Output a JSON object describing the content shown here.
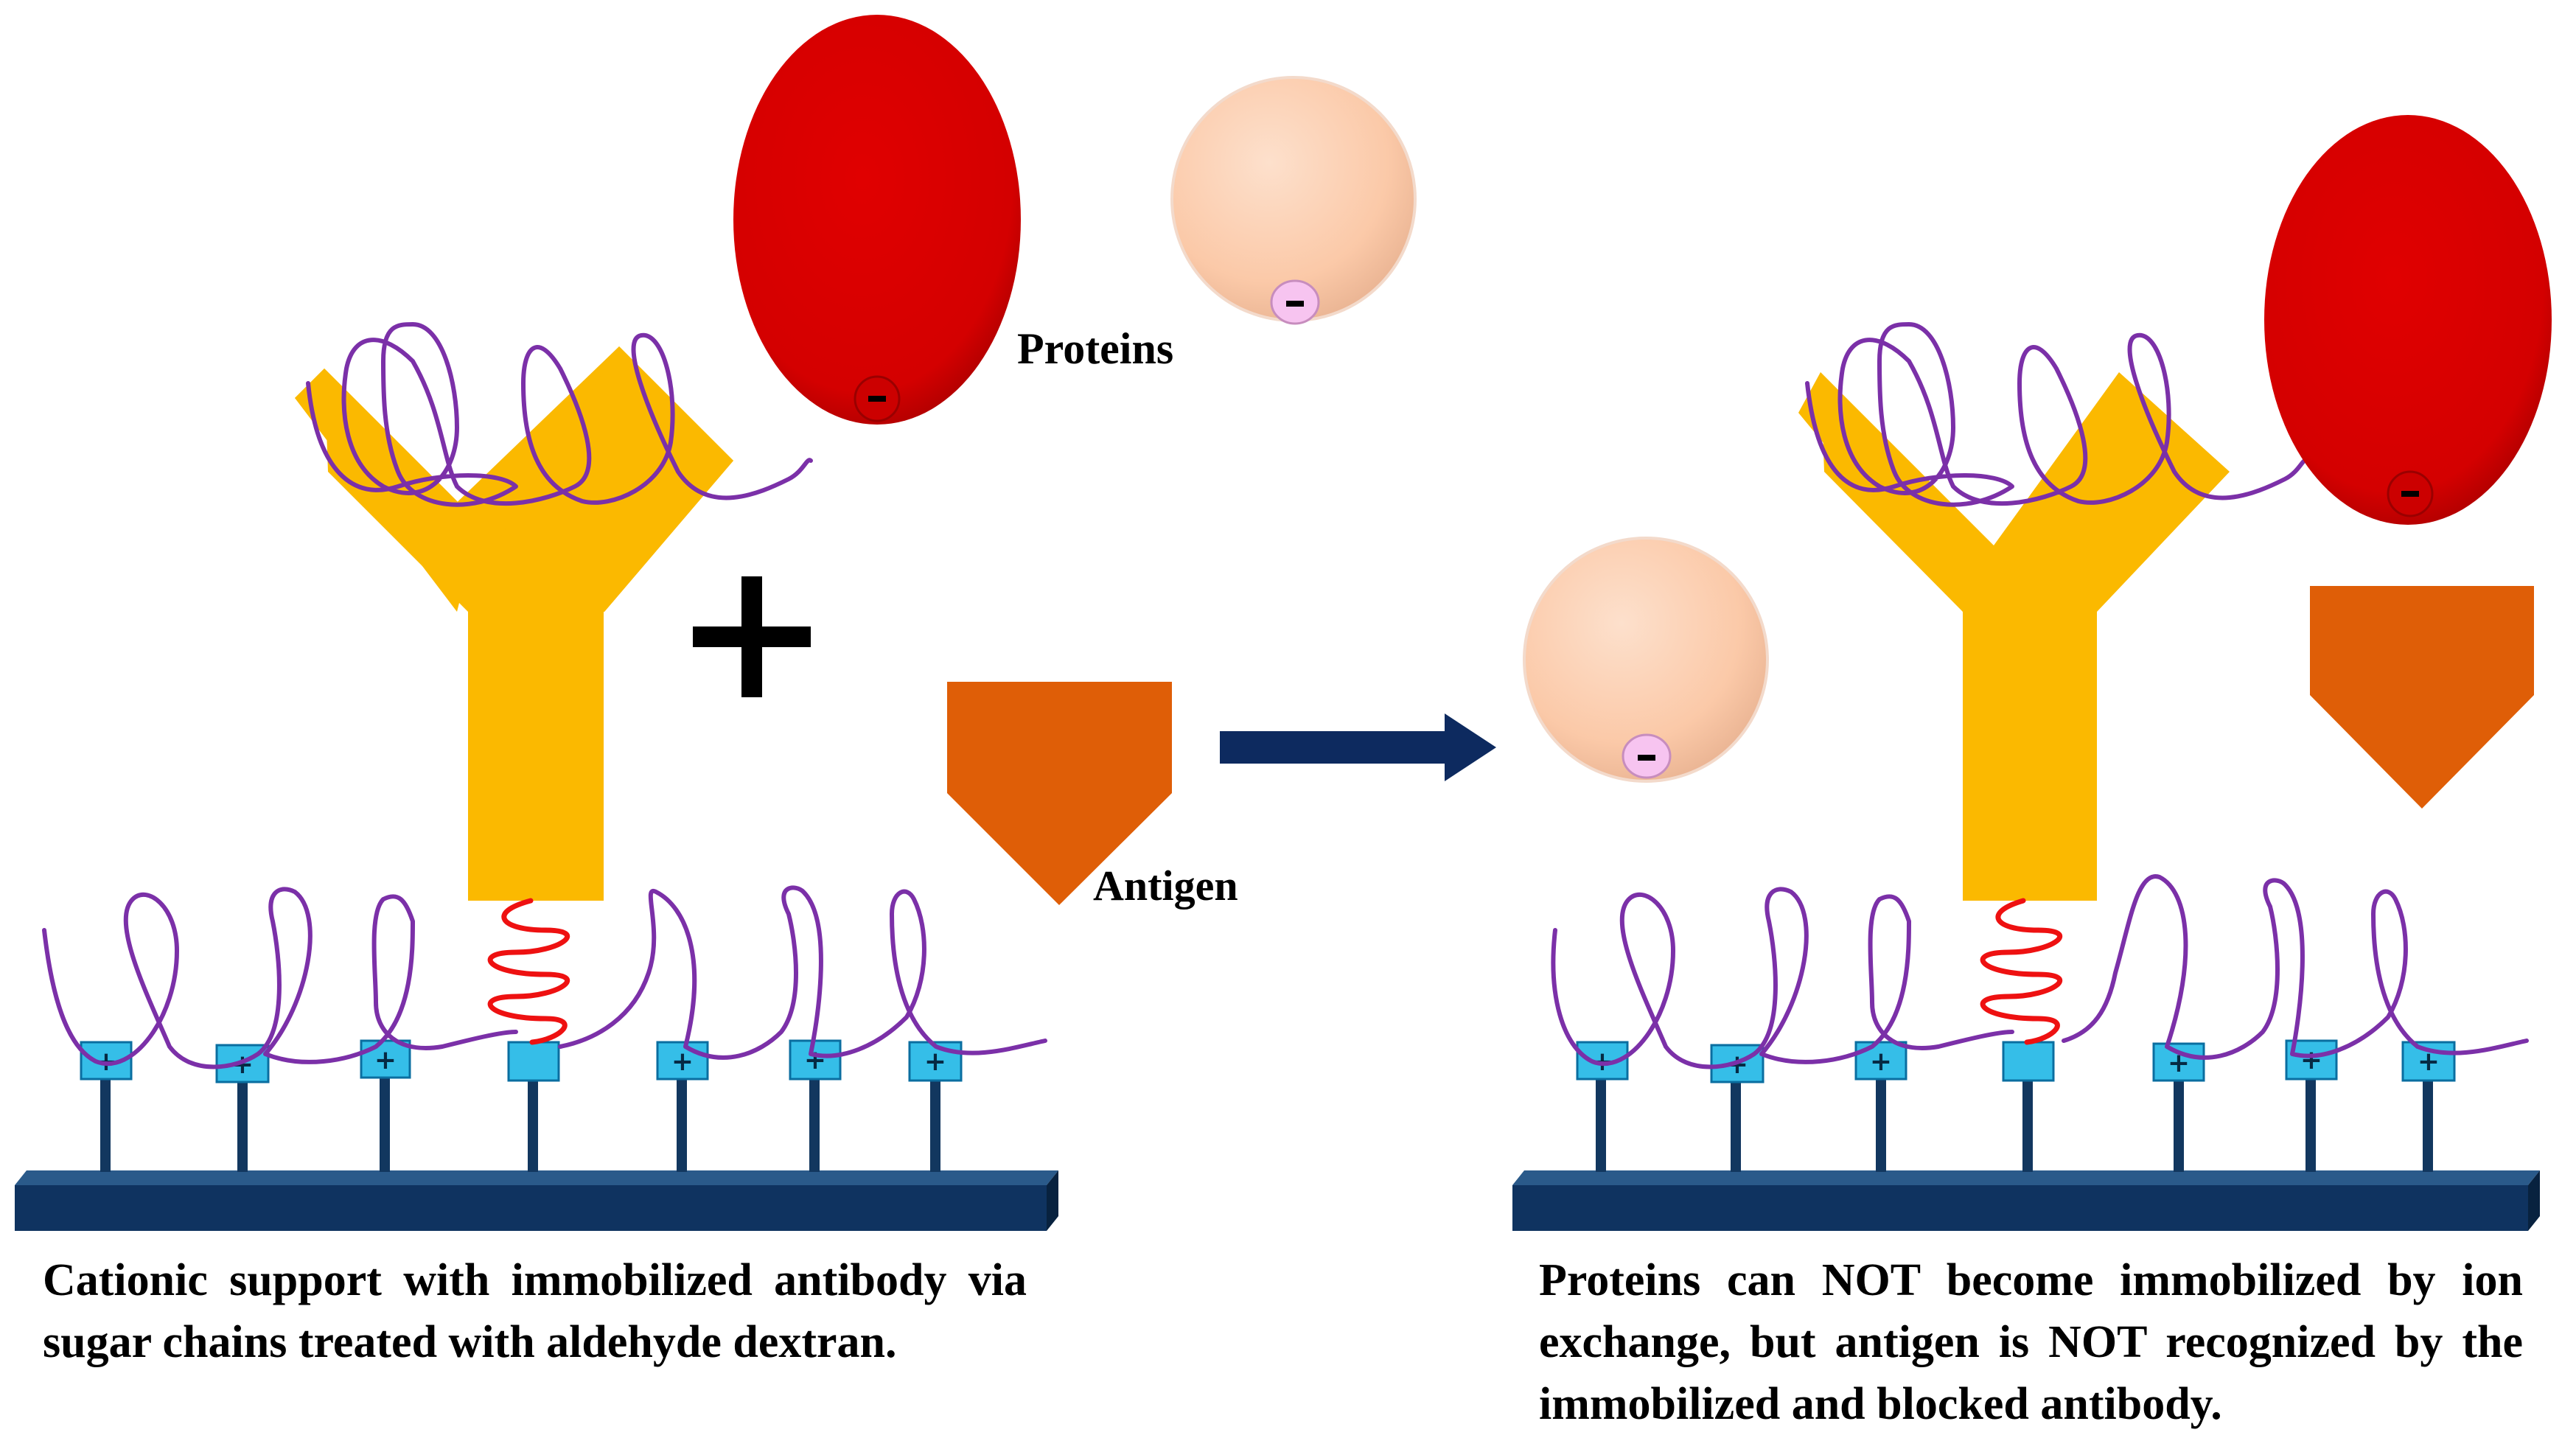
{
  "labels": {
    "proteins": "Proteins",
    "antigen": "Antigen",
    "plus": "+",
    "neg": "-",
    "pos": "+"
  },
  "captions": {
    "left": "Cationic support with immobilized antibody via sugar chains treated with aldehyde dextran.",
    "right": "Proteins can NOT become immobilized by ion exchange, but antigen is NOT recognized by the immobilized and blocked antibody."
  },
  "colors": {
    "antibody": "#FBB900",
    "antigen": "#DF5E07",
    "protein_large": "#DE0000",
    "protein_small": "#FCCBAA",
    "dextran": "#7B30A8",
    "linker": "#EE1111",
    "support": "#12375F",
    "cationic_group": "#35BEE8",
    "arrow": "#0D2A5F"
  }
}
